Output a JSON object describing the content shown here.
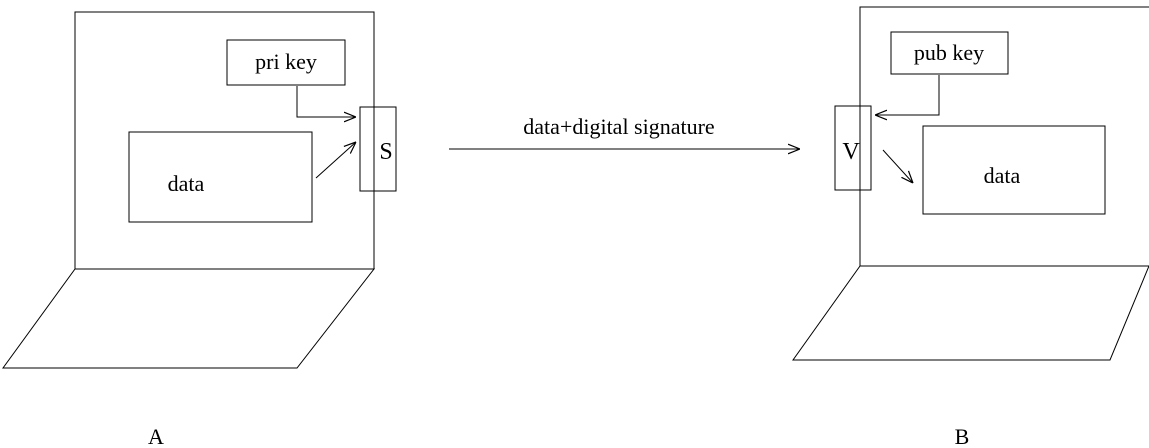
{
  "sender": {
    "label": "A",
    "key_label": "pri key",
    "data_label": "data",
    "operation_label": "S"
  },
  "receiver": {
    "label": "B",
    "key_label": "pub key",
    "data_label": "data",
    "operation_label": "V"
  },
  "transfer": {
    "label": "data+digital signature"
  }
}
